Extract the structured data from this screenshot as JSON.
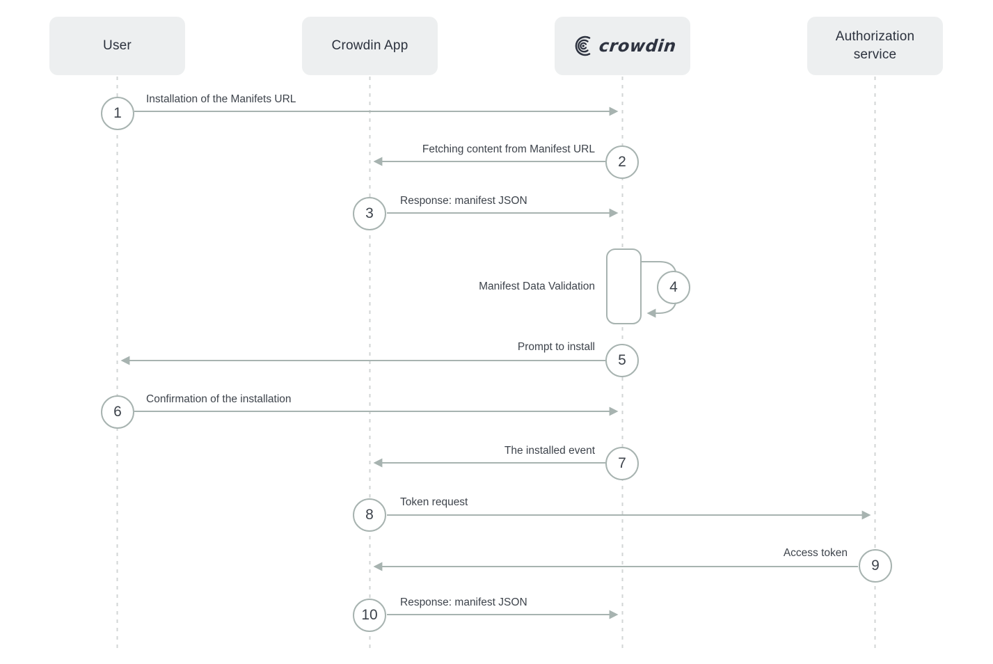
{
  "colors": {
    "background": "#ffffff",
    "arrow": "#a7b3b0",
    "lifeline": "#d2d5d5",
    "circle_border": "#a7b3b0",
    "circle_fill": "#ffffff",
    "text": "#3d434b",
    "actor_box_bg": "#edeff0",
    "actor_text": "#2b313d",
    "logo_color": "#2e3340"
  },
  "actors": [
    {
      "label": "User"
    },
    {
      "label": "Crowdin App"
    },
    {
      "label": "crowdin",
      "type": "logo"
    },
    {
      "label": "Authorization service"
    }
  ],
  "steps": [
    {
      "number": "1",
      "label": "Installation of the Manifets URL",
      "from": "User",
      "to": "Crowdin",
      "direction": "right"
    },
    {
      "number": "2",
      "label": "Fetching content from Manifest URL",
      "from": "Crowdin",
      "to": "Crowdin App",
      "direction": "left"
    },
    {
      "number": "3",
      "label": "Response: manifest JSON",
      "from": "Crowdin App",
      "to": "Crowdin",
      "direction": "right"
    },
    {
      "number": "4",
      "label": "Manifest Data Validation",
      "from": "Crowdin",
      "to": "Crowdin",
      "direction": "self"
    },
    {
      "number": "5",
      "label": "Prompt to install",
      "from": "Crowdin",
      "to": "User",
      "direction": "left"
    },
    {
      "number": "6",
      "label": "Confirmation of the installation",
      "from": "User",
      "to": "Crowdin",
      "direction": "right"
    },
    {
      "number": "7",
      "label": "The installed event",
      "from": "Crowdin",
      "to": "Crowdin App",
      "direction": "left"
    },
    {
      "number": "8",
      "label": "Token request",
      "from": "Crowdin App",
      "to": "Authorization service",
      "direction": "right"
    },
    {
      "number": "9",
      "label": "Access token",
      "from": "Authorization service",
      "to": "Crowdin App",
      "direction": "left"
    },
    {
      "number": "10",
      "label": "Response: manifest JSON",
      "from": "Crowdin App",
      "to": "Crowdin",
      "direction": "right"
    }
  ]
}
